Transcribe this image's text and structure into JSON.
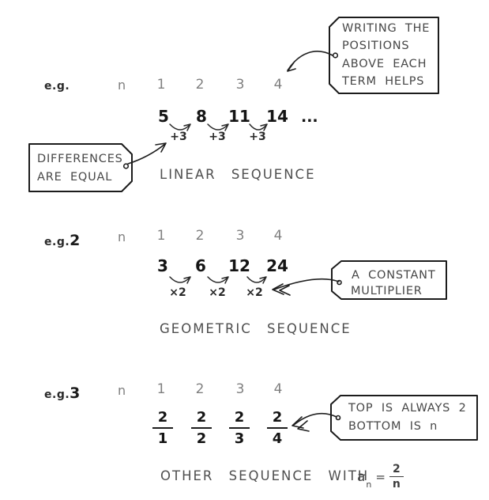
{
  "colors": {
    "ink": "#1c1c1c",
    "position_number_gray": "#7f7f7f",
    "caption_gray": "#4f4f4f",
    "background": "#ffffff"
  },
  "sections": [
    {
      "example_label": "e.g.",
      "n_label": "n",
      "positions": [
        "1",
        "2",
        "3",
        "4"
      ],
      "terms": [
        "5",
        "8",
        "11",
        "14"
      ],
      "ellipsis": "...",
      "steps": [
        "+3",
        "+3",
        "+3"
      ],
      "caption": "LINEAR SEQUENCE",
      "callout_positions": {
        "lines": [
          "WRITING THE",
          "POSITIONS",
          "ABOVE EACH",
          "TERM HELPS"
        ]
      },
      "callout_differences": {
        "lines": [
          "DIFFERENCES",
          "ARE EQUAL"
        ]
      }
    },
    {
      "example_label": "e.g.",
      "example_number": "2",
      "n_label": "n",
      "positions": [
        "1",
        "2",
        "3",
        "4"
      ],
      "terms": [
        "3",
        "6",
        "12",
        "24"
      ],
      "steps": [
        "×2",
        "×2",
        "×2"
      ],
      "caption": "GEOMETRIC SEQUENCE",
      "callout_multiplier": {
        "lines": [
          "A CONSTANT",
          "MULTIPLIER"
        ]
      }
    },
    {
      "example_label": "e.g.",
      "example_number": "3",
      "n_label": "n",
      "positions": [
        "1",
        "2",
        "3",
        "4"
      ],
      "fractions": [
        {
          "num": "2",
          "den": "1"
        },
        {
          "num": "2",
          "den": "2"
        },
        {
          "num": "2",
          "den": "3"
        },
        {
          "num": "2",
          "den": "4"
        }
      ],
      "caption": "OTHER SEQUENCE WITH",
      "formula": {
        "variable": "a",
        "subscript": "n",
        "equals": "=",
        "numerator": "2",
        "denominator": "n"
      },
      "callout_fraction": {
        "lines": [
          "TOP IS ALWAYS 2",
          "BOTTOM IS n"
        ]
      }
    }
  ]
}
